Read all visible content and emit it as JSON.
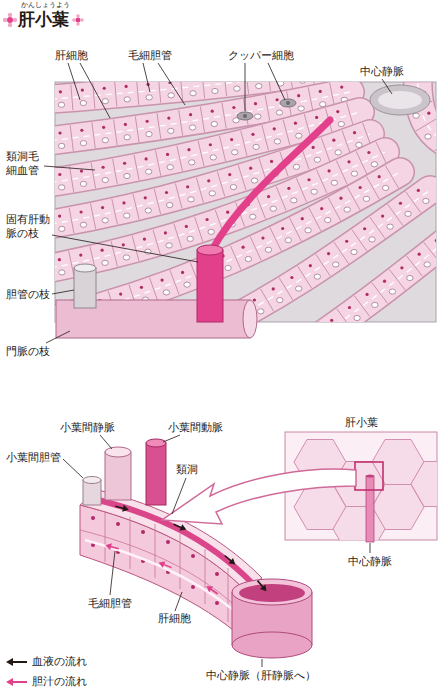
{
  "diagram": {
    "title": "肝小葉",
    "nodes": [
      {
        "text": [
          "肝小葉"
        ]
      }
    ],
    "labels": [
      "かんしょうよう",
      "肝細胞",
      "毛細胆管",
      "クッパー細胞",
      "中心静脈",
      "類洞毛細血管",
      "固有肝動脈の枝",
      "胆管の枝",
      "門脈の枝",
      "小葉間静脈",
      "小葉間動脈",
      "小葉間胆管",
      "類洞",
      "中心静脈",
      "毛細胆管",
      "肝細胞",
      "中心静脈（肝静脈へ）"
    ],
    "legend": [
      {
        "text": "血液の流れ"
      },
      {
        "text": "胆汁の流れ"
      }
    ]
  }
}
